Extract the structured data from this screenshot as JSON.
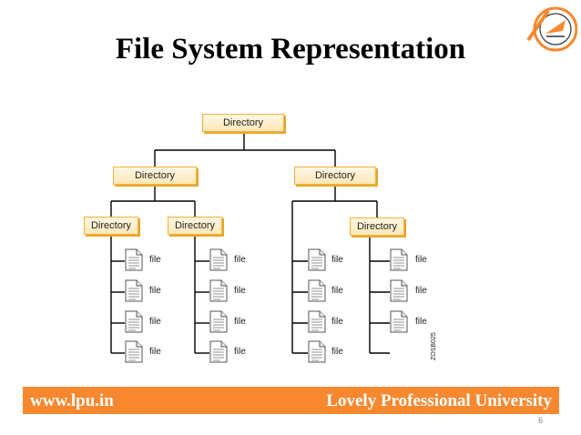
{
  "slide": {
    "title": "File System Representation",
    "page_number": "6"
  },
  "diagram": {
    "root_label": "Directory",
    "level1_labels": [
      "Directory",
      "Directory"
    ],
    "level2_labels": [
      "Directory",
      "Directory",
      "Directory"
    ],
    "file_label": "file",
    "figure_code": "ZOSB025",
    "colors": {
      "box_border": "#f3b23c",
      "box_fill": "#fde8b8",
      "line": "#000000"
    }
  },
  "footer": {
    "website": "www.lpu.in",
    "university": "Lovely Professional University",
    "color": "#f7882f"
  }
}
